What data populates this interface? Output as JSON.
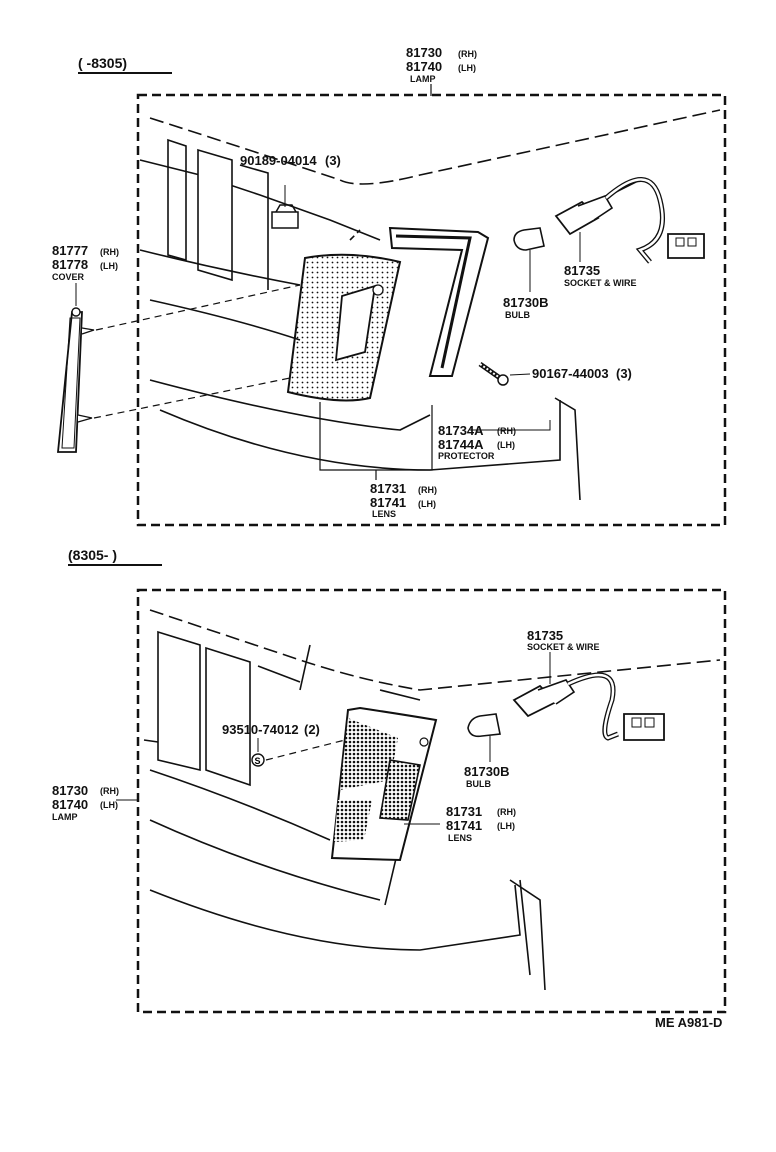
{
  "top_section": {
    "date_range": "(        -8305)",
    "lamp": {
      "pn_rh": "81730",
      "tag_rh": "(RH)",
      "pn_lh": "81740",
      "tag_lh": "(LH)",
      "name": "LAMP"
    },
    "clip": {
      "pn": "90189-04014",
      "qty": "(3)"
    },
    "cover": {
      "pn_rh": "81777",
      "tag_rh": "(RH)",
      "pn_lh": "81778",
      "tag_lh": "(LH)",
      "name": "COVER"
    },
    "socket": {
      "pn": "81735",
      "name": "SOCKET & WIRE"
    },
    "bulb": {
      "pn": "81730B",
      "name": "BULB"
    },
    "screw": {
      "pn": "90167-44003",
      "qty": "(3)"
    },
    "protector": {
      "pn_rh": "81734A",
      "tag_rh": "(RH)",
      "pn_lh": "81744A",
      "tag_lh": "(LH)",
      "name": "PROTECTOR"
    },
    "lens": {
      "pn_rh": "81731",
      "tag_rh": "(RH)",
      "pn_lh": "81741",
      "tag_lh": "(LH)",
      "name": "LENS"
    }
  },
  "bottom_section": {
    "date_range": "(8305-        )",
    "socket": {
      "pn": "81735",
      "name": "SOCKET & WIRE"
    },
    "nut": {
      "pn": "93510-74012",
      "qty": "(2)"
    },
    "lamp": {
      "pn_rh": "81730",
      "tag_rh": "(RH)",
      "pn_lh": "81740",
      "tag_lh": "(LH)",
      "name": "LAMP"
    },
    "bulb": {
      "pn": "81730B",
      "name": "BULB"
    },
    "lens": {
      "pn_rh": "81731",
      "tag_rh": "(RH)",
      "pn_lh": "81741",
      "tag_lh": "(LH)",
      "name": "LENS"
    }
  },
  "footer": {
    "code": "ME   A981-D"
  }
}
